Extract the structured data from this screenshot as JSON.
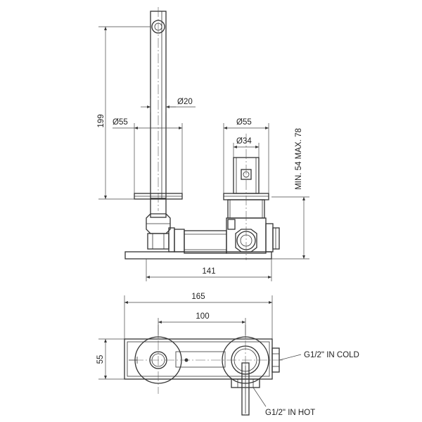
{
  "dimensions": {
    "spout_height": "199",
    "spout_diameter": "Ø20",
    "spout_rosette_diameter": "Ø55",
    "handle_rosette_diameter": "Ø55",
    "handle_diameter": "Ø34",
    "wall_depth_range": "MIN. 54 MAX. 78",
    "body_length": "141",
    "plate_width": "165",
    "center_distance": "100",
    "plate_height": "55"
  },
  "connections": {
    "cold": "G1/2\" IN COLD",
    "hot": "G1/2\" IN HOT"
  }
}
